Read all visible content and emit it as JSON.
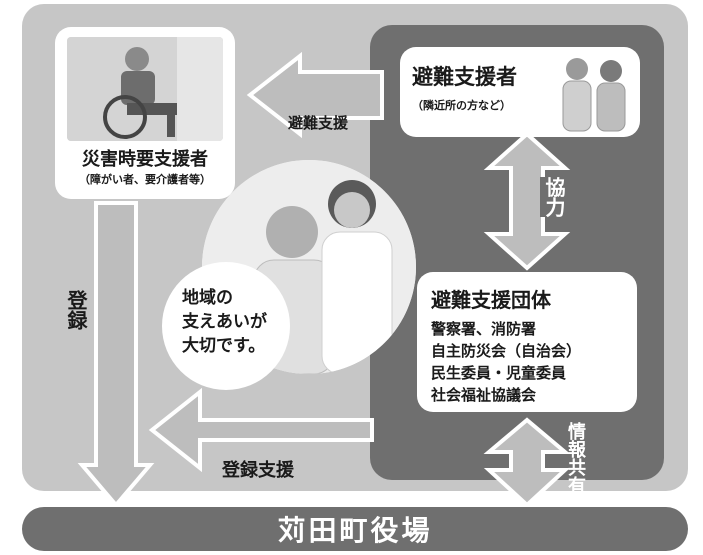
{
  "top_left_card": {
    "title": "災害時要支援者",
    "subtitle": "（障がい者、要介護者等）",
    "photo": "wheelchair-user-photo"
  },
  "top_right_card": {
    "title": "避難支援者",
    "subtitle": "（隣近所の方など）",
    "photo": "elderly-couple-photo"
  },
  "center": {
    "bubble_text_1": "地域の",
    "bubble_text_2": "支えあいが",
    "bubble_text_3": "大切です。",
    "photo": "caregiver-and-elder-photo"
  },
  "org_card": {
    "title": "避難支援団体",
    "lines": [
      "警察署、消防署",
      "自主防災会（自治会）",
      "民生委員・児童委員",
      "社会福祉協議会"
    ]
  },
  "arrows": {
    "support_label": "避難支援",
    "cooperate_label": "協力",
    "register_label": "登録",
    "register_support_label": "登録支援",
    "info_share_label": "情報共有"
  },
  "footer": {
    "label": "苅田町役場"
  },
  "colors": {
    "outer_bg": "#c6c6c6",
    "inner_bg": "#6f6f6f",
    "arrow_light": "#bdbdbd",
    "arrow_dark": "#9a9a9a"
  }
}
